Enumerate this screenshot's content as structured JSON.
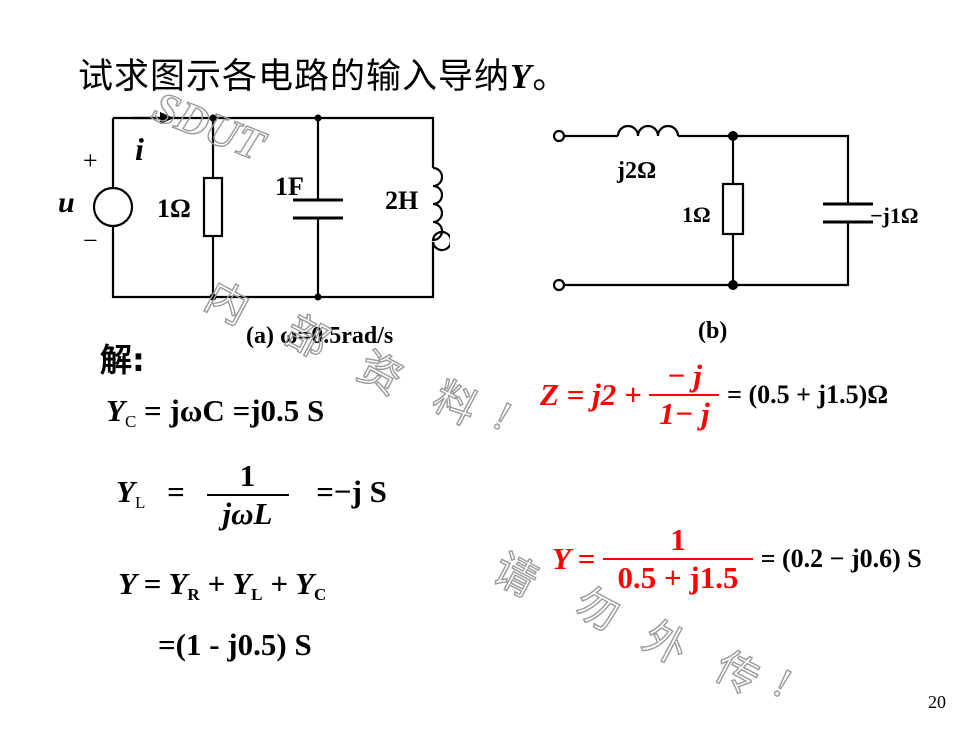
{
  "title_text": "试求图示各电路的输入导纳",
  "title_var": "Y",
  "title_end": "。",
  "watermark": {
    "sdut": "SDUT",
    "chars": [
      "内",
      "部",
      "资",
      "料",
      "!",
      "请",
      "勿",
      "外",
      "传",
      "!"
    ]
  },
  "circuit_a": {
    "source_plus": "+",
    "source_minus": "−",
    "source_label": "u",
    "current_label": "i",
    "resistor_label": "1Ω",
    "capacitor_label": "1F",
    "inductor_label": "2H",
    "caption": "(a)  ω=0.5rad/s"
  },
  "circuit_b": {
    "inductor_label": "j2Ω",
    "resistor_label": "1Ω",
    "capacitor_label": "−j1Ω",
    "caption": "(b)"
  },
  "solution": {
    "heading": "解:",
    "yc_left": "Y",
    "yc_sub": "C",
    "yc_expr": "= jωC =j0.5  S",
    "yl_left": "Y",
    "yl_sub": "L",
    "yl_eq": "=",
    "yl_num": "1",
    "yl_den": "jωL",
    "yl_result": "=−j  S",
    "y_sum_left": "Y = Y",
    "y_sum_r": "R",
    "y_sum_plus1": " + Y",
    "y_sum_l": "L",
    "y_sum_plus2": " + Y",
    "y_sum_c": "C",
    "y_result": "=(1 - j0.5) S"
  },
  "solution_b": {
    "z_lhs": "Z = j2 +",
    "z_num": "− j",
    "z_den": "1− j",
    "z_result": "= (0.5 + j1.5)Ω",
    "y_lhs": "Y =",
    "y_num": "1",
    "y_den": "0.5 + j1.5",
    "y_result": "= (0.2 − j0.6) S"
  },
  "page_number": "20"
}
